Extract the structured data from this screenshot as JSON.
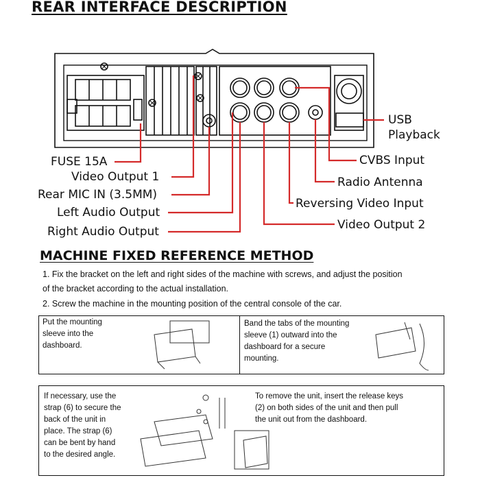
{
  "titles": {
    "rear": "REAR INTERFACE DESCRIPTION",
    "fixed": "MACHINE FIXED REFERENCE METHOD"
  },
  "labels": {
    "fuse": "FUSE  15A",
    "video1": "Video Output 1",
    "mic": "Rear MIC IN (3.5MM)",
    "left_audio": "Left Audio Output",
    "right_audio": "Right Audio Output",
    "usb": "USB\nPlayback",
    "cvbs": "CVBS Input",
    "radio": "Radio Antenna",
    "reversing": "Reversing Video Input",
    "video2": "Video Output 2"
  },
  "instructions": {
    "line1": "1. Fix the bracket on the left and right sides of the machine with screws, and adjust the position",
    "line1b": "of the bracket according to the actual installation.",
    "line2": "2. Screw the machine in the mounting position of the central console of the car."
  },
  "steps": {
    "s1": "Put the mounting\nsleeve into the\ndashboard.",
    "s2": "Band the tabs of the mounting\nsleeve (1) outward into the\ndashboard for a secure\nmounting.",
    "s3": "If necessary, use the\nstrap (6) to secure the\nback of the unit in\nplace. The strap (6)\ncan be bent by hand\nto the desired angle.",
    "s4": "To remove the unit, insert the release keys\n(2) on both sides of the unit and then pull\nthe unit out from the dashboard."
  },
  "colors": {
    "line": "#d42a2a",
    "ink": "#111111"
  }
}
